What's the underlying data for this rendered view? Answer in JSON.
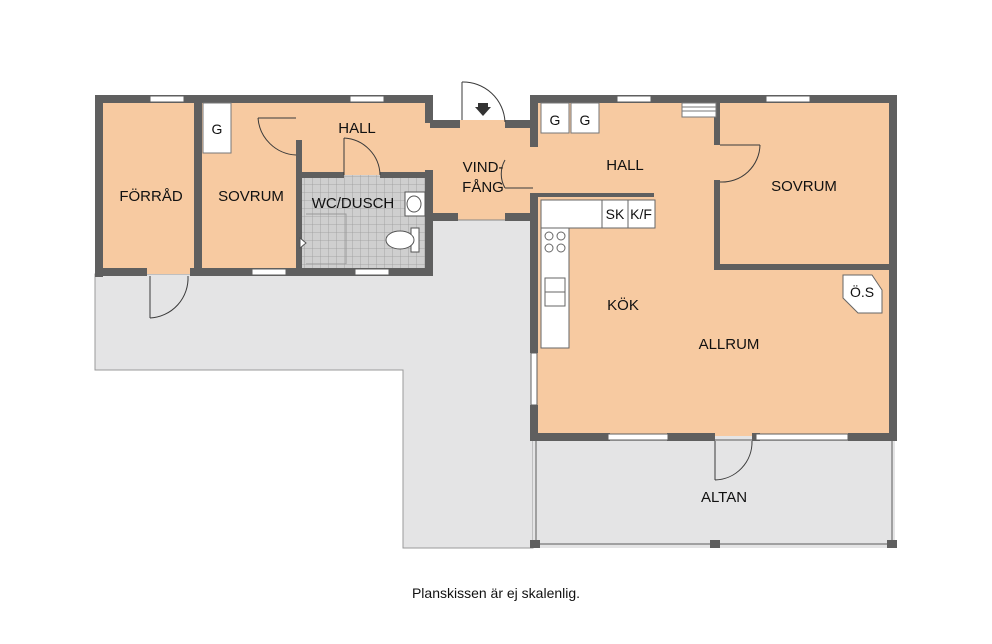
{
  "rooms": {
    "forrad": "FÖRRÅD",
    "sovrum_left": "SOVRUM",
    "hall_left": "HALL",
    "wc": "WC/DUSCH",
    "vind_1": "VIND-",
    "vind_2": "FÅNG",
    "hall_right": "HALL",
    "sovrum_right": "SOVRUM",
    "kok": "KÖK",
    "allrum": "ALLRUM",
    "altan": "ALTAN"
  },
  "fixtures": {
    "wardrobe_left": "G",
    "wardrobe_right_1": "G",
    "wardrobe_right_2": "G",
    "sk": "SK",
    "kf": "K/F",
    "os": "Ö.S"
  },
  "caption": "Planskissen är ej skalenlig.",
  "colors": {
    "room": "#f7caa1",
    "wall": "#5f5f5f",
    "deck": "#e4e4e5",
    "tile": "#c8c8c8"
  }
}
